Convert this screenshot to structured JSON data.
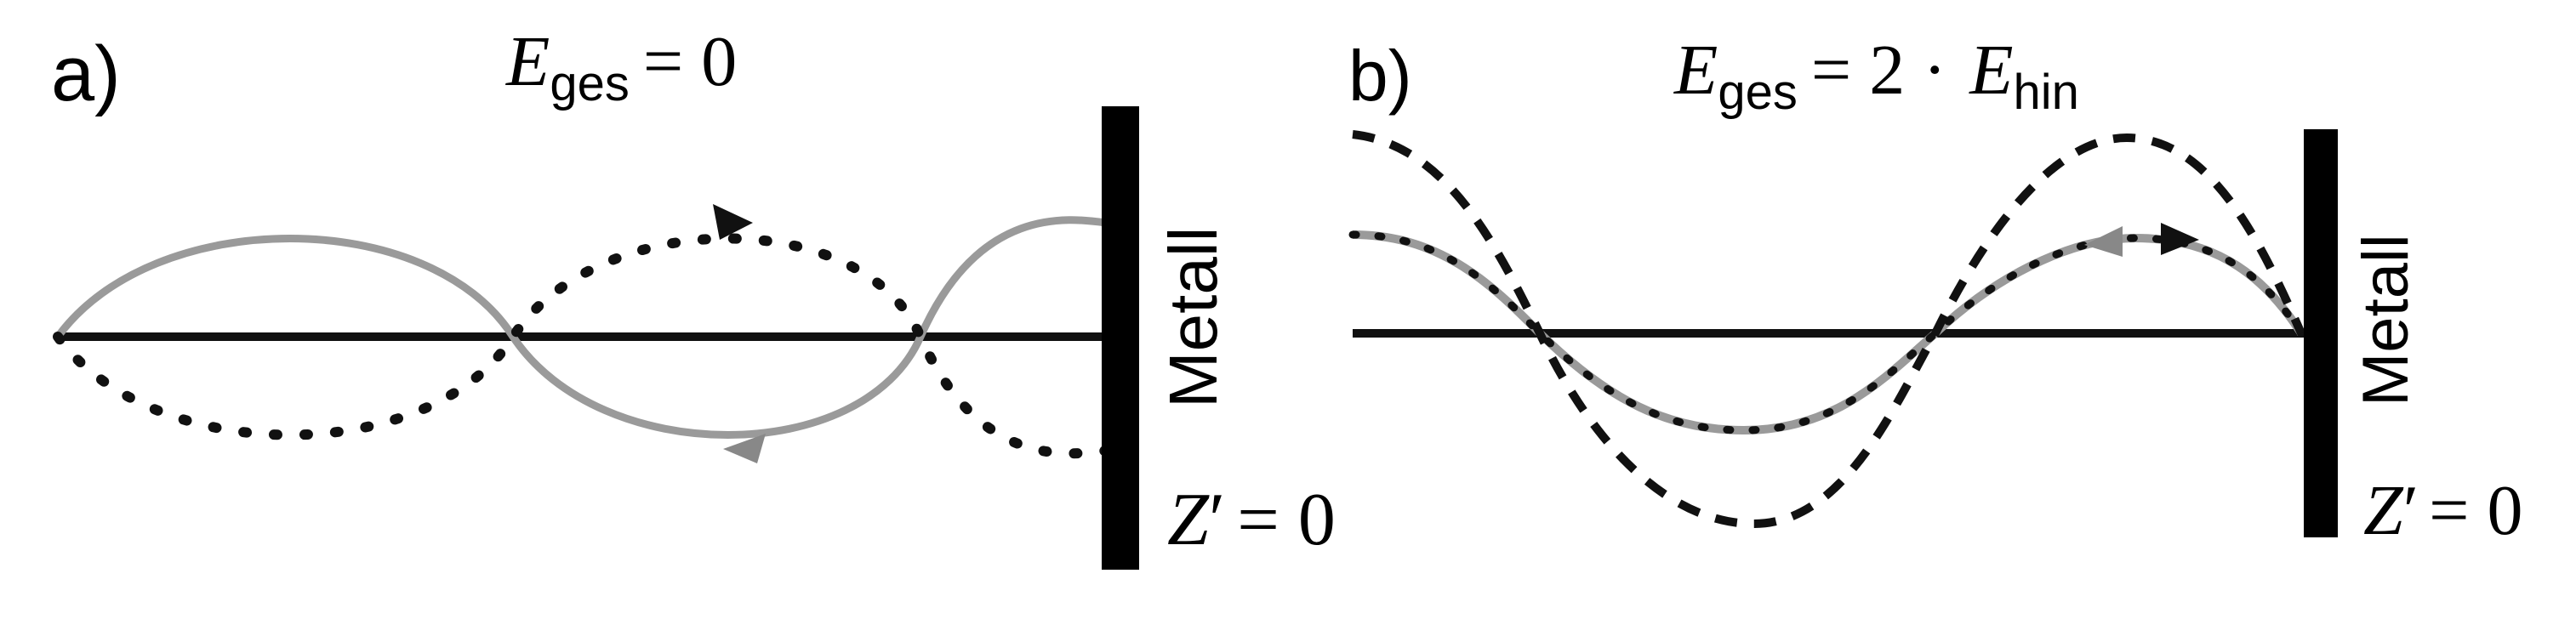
{
  "panel_a": {
    "label": "a)",
    "equation": {
      "symbol": "E",
      "sub": "ges",
      "rhs": "= 0"
    },
    "wall_label": "Metall",
    "impedance": {
      "symbol": "Z",
      "prime": "′",
      "rhs": "= 0"
    }
  },
  "panel_b": {
    "label": "b)",
    "equation": {
      "symbol": "E",
      "sub": "ges",
      "rhs": "= 2 · ",
      "symbol2": "E",
      "sub2": "hin"
    },
    "wall_label": "Metall",
    "impedance": {
      "symbol": "Z",
      "prime": "′",
      "rhs": "= 0"
    }
  },
  "colors": {
    "axis": "#111111",
    "wall": "#000000",
    "incident_wave": "#9a9a9a",
    "reflected_wave": "#111111"
  }
}
